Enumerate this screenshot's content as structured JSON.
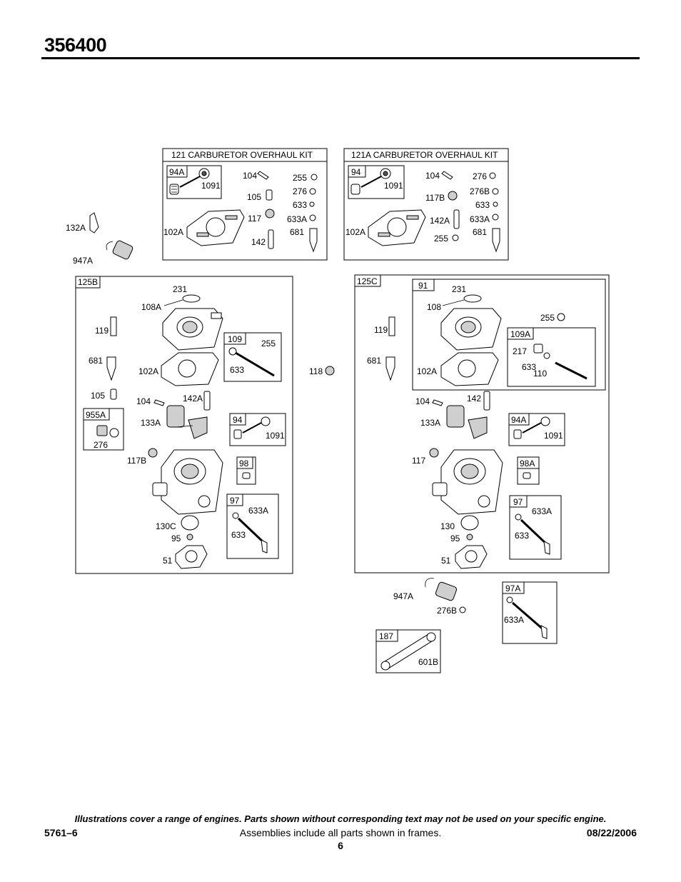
{
  "header": {
    "model_number": "356400"
  },
  "kits": {
    "kit121": {
      "title": "121 CARBURETOR OVERHAUL KIT",
      "frame": "94A",
      "labels": {
        "l1091": "1091",
        "l102A": "102A",
        "l104": "104",
        "l105": "105",
        "l117": "117",
        "l142": "142",
        "l255": "255",
        "l276": "276",
        "l633": "633",
        "l633A": "633A",
        "l681": "681"
      }
    },
    "kit121A": {
      "title": "121A CARBURETOR OVERHAUL KIT",
      "frame": "94",
      "labels": {
        "l1091": "1091",
        "l102A": "102A",
        "l104": "104",
        "l117B": "117B",
        "l142A": "142A",
        "l255": "255",
        "l276": "276",
        "l276B": "276B",
        "l633": "633",
        "l633A": "633A",
        "l681": "681"
      }
    }
  },
  "loose": {
    "l132A": "132A",
    "l947A": "947A",
    "l118": "118"
  },
  "carb125B": {
    "frame": "125B",
    "frame109": "109",
    "frame955A": "955A",
    "frame94": "94",
    "frame98": "98",
    "frame97": "97",
    "labels": {
      "l231": "231",
      "l108A": "108A",
      "l119": "119",
      "l681": "681",
      "l102A": "102A",
      "l105": "105",
      "l104": "104",
      "l142A": "142A",
      "l255": "255",
      "l633": "633",
      "l276": "276",
      "l133A": "133A",
      "l1091": "1091",
      "l117B": "117B",
      "l633A": "633A",
      "l633b": "633",
      "l130C": "130C",
      "l95": "95",
      "l51": "51"
    }
  },
  "carb125C": {
    "frame": "125C",
    "frame91": "91",
    "frame109A": "109A",
    "frame94A": "94A",
    "frame98A": "98A",
    "frame97": "97",
    "labels": {
      "l231": "231",
      "l108": "108",
      "l255": "255",
      "l119": "119",
      "l681": "681",
      "l102A": "102A",
      "l217": "217",
      "l633": "633",
      "l110": "110",
      "l104": "104",
      "l142": "142",
      "l133A": "133A",
      "l1091": "1091",
      "l117": "117",
      "l633A": "633A",
      "l633b": "633",
      "l130": "130",
      "l95": "95",
      "l51": "51"
    }
  },
  "bottom": {
    "l947A": "947A",
    "l276B": "276B",
    "frame97A": "97A",
    "l633A": "633A",
    "frame187": "187",
    "l601B": "601B"
  },
  "footer": {
    "disclaimer": "Illustrations cover a range of engines. Parts shown without corresponding text may not be used on your specific engine.",
    "doc_code": "5761–6",
    "assemblies_note": "Assemblies include all parts shown in frames.",
    "date": "08/22/2006",
    "page": "6"
  }
}
